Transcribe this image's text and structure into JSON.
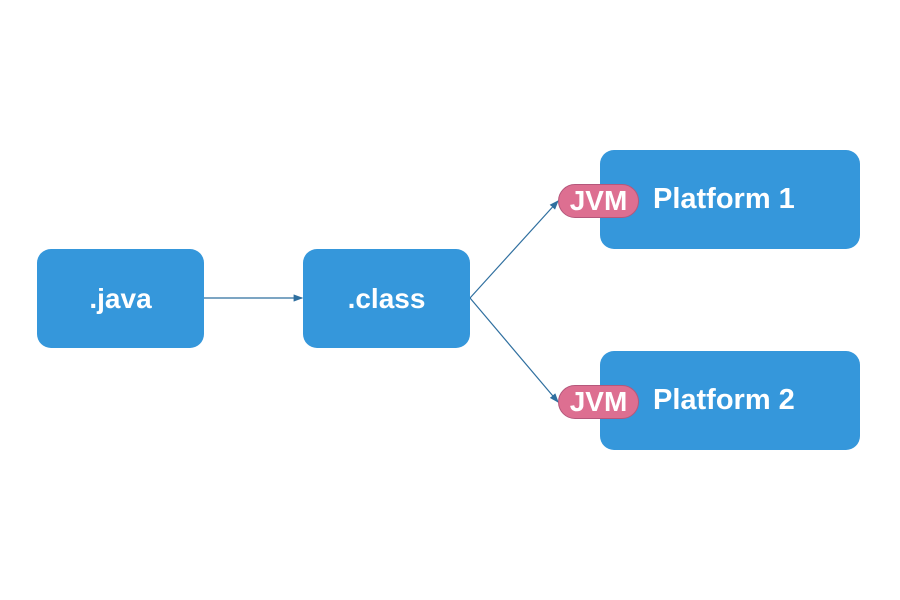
{
  "diagram": {
    "nodes": {
      "java": ".java",
      "class": ".class",
      "platform_1": "Platform 1",
      "platform_2": "Platform 2"
    },
    "badges": {
      "jvm_1": "JVM",
      "jvm_2": "JVM"
    },
    "edges": [
      {
        "from": "java",
        "to": "class"
      },
      {
        "from": "class",
        "to": "platform_1"
      },
      {
        "from": "class",
        "to": "platform_2"
      }
    ],
    "colors": {
      "node_fill": "#3597db",
      "badge_fill": "#dd6f91",
      "text": "#ffffff",
      "connector": "#2f6f9f"
    }
  }
}
